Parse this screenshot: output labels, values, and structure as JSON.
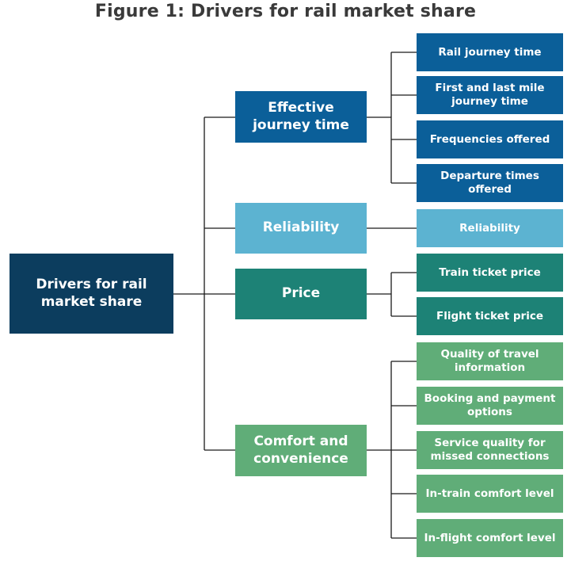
{
  "title": "Figure 1: Drivers for rail market share",
  "root": {
    "label": "Drivers for rail market share",
    "color": "#0c3d5e"
  },
  "groups": [
    {
      "label": "Effective journey time",
      "color": "#0b5f99",
      "items": [
        "Rail journey time",
        "First and last mile journey time",
        "Frequencies offered",
        "Departure times offered"
      ]
    },
    {
      "label": "Reliability",
      "color": "#5cb3d1",
      "items": [
        "Reliability"
      ]
    },
    {
      "label": "Price",
      "color": "#1d8276",
      "items": [
        "Train ticket price",
        "Flight ticket price"
      ]
    },
    {
      "label": "Comfort and convenience",
      "color": "#60ad78",
      "items": [
        "Quality of travel information",
        "Booking and payment options",
        "Service quality for missed connections",
        "In-train comfort level",
        "In-flight comfort level"
      ]
    }
  ]
}
